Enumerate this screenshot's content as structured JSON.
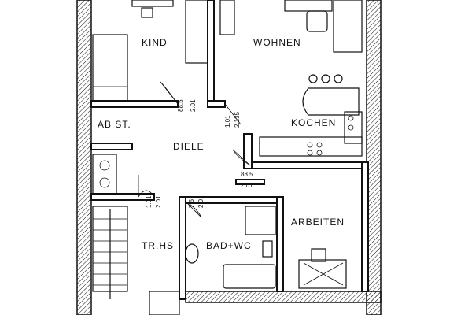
{
  "rooms": {
    "kind": "KIND",
    "wohnen": "WOHNEN",
    "abst": "AB ST.",
    "kochen": "KOCHEN",
    "diele": "DIELE",
    "arbeiten": "ARBEITEN",
    "trhs": "TR.HS",
    "badwc": "BAD+WC"
  },
  "dimensions": {
    "d1_top": "88.5",
    "d1_bottom": "2.01",
    "d2_top": "1.01",
    "d2_bottom": "2.135",
    "d3_top": "88.5",
    "d3_bottom": "2.01",
    "d4_top": "1.01",
    "d4_bottom": "2.01",
    "d5_top": "7.5",
    "d5_bottom": "2.01"
  }
}
